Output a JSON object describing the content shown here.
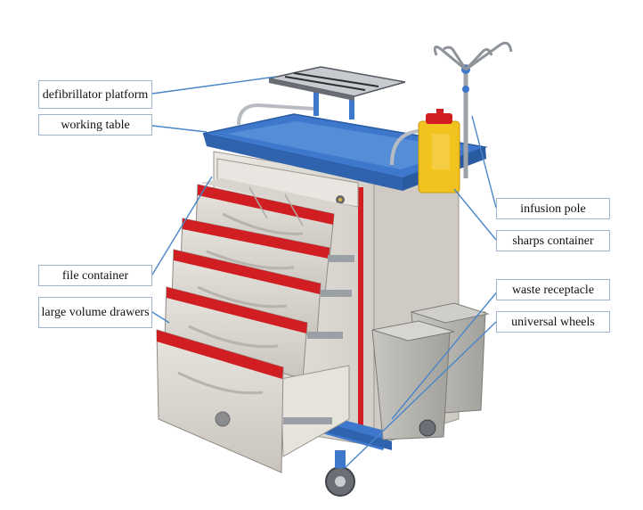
{
  "labels": {
    "defibrillator_platform": "defibrillator platform",
    "working_table": "working table",
    "file_container": "file container",
    "large_volume_drawers": "large volume drawers",
    "infusion_pole": "infusion pole",
    "sharps_container": "sharps container",
    "waste_receptacle": "waste receptacle",
    "universal_wheels": "universal wheels"
  },
  "colors": {
    "cart_body": "#e4e0da",
    "drawer_front": "#dcd8d2",
    "drawer_stripe": "#d01e22",
    "tray_blue": "#3d78cc",
    "sharps_yellow": "#f2c21e",
    "bin_gray": "#b5b3ae",
    "leader_line": "#4a86c8",
    "label_border": "#9fb4cf"
  }
}
